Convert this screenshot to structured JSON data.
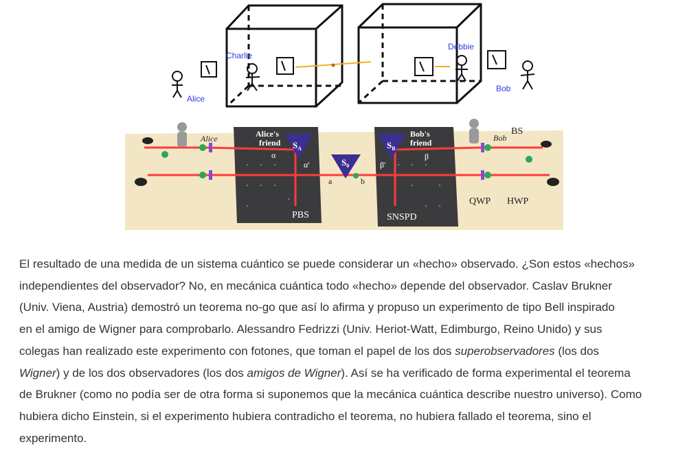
{
  "figure": {
    "top_labels": {
      "alice": "Alice",
      "charlie": "Charlie",
      "debbie": "Debbie",
      "bob": "Bob"
    },
    "bottom_labels": {
      "alice": "Alice",
      "alices_friend_1": "Alice's",
      "alices_friend_2": "friend",
      "sa": "S",
      "sa_sub": "A",
      "alpha": "α",
      "alpha_prime": "α'",
      "s0": "S",
      "s0_sub": "0",
      "a": "a",
      "b": "b",
      "sb": "S",
      "sb_sub": "B",
      "beta_prime": "β'",
      "beta": "β",
      "bobs_friend_1": "Bob's",
      "bobs_friend_2": "friend",
      "bob": "Bob",
      "bs": "BS",
      "qwp": "QWP",
      "hwp": "HWP",
      "pbs": "PBS",
      "snspd": "SNSPD"
    },
    "colors": {
      "platform": "#f3e6c4",
      "box": "#3b3b3d",
      "beam": "#ff3b3b",
      "source": "#3b2f8f",
      "top_label": "#2a3fd8",
      "wire": "#f2b01e"
    }
  },
  "article": {
    "lines": [
      [
        "El resultado de una medida de un sistema cuántico se puede considerar un «hecho» observado. ¿Son estos «hechos»"
      ],
      [
        "independientes del observador? No, en mecánica cuántica todo «hecho» depende del observador. Caslav Brukner"
      ],
      [
        "(Univ. Viena, Austria) demostró un teorema no-go que así lo afirma y propuso un experimento de tipo Bell inspirado"
      ],
      [
        "en el amigo de Wigner para comprobarlo. Alessandro Fedrizzi (Univ. Heriot-Watt, Edimburgo, Reino Unido) y sus"
      ],
      [
        "colegas han realizado este experimento con fotones, que toman el papel de los dos ",
        "superobservadores",
        " (los dos"
      ],
      [
        "Wigner",
        ") y de los dos observadores (los dos ",
        "amigos de Wigner",
        "). Así se ha verificado de forma experimental el teorema"
      ],
      [
        "de Brukner (como no podía ser de otra forma si suponemos que la mecánica cuántica describe nuestro universo). Como"
      ],
      [
        "hubiera dicho Einstein, si el experimento hubiera contradicho el teorema, no hubiera fallado el teorema, sino el"
      ],
      [
        "experimento."
      ]
    ]
  }
}
